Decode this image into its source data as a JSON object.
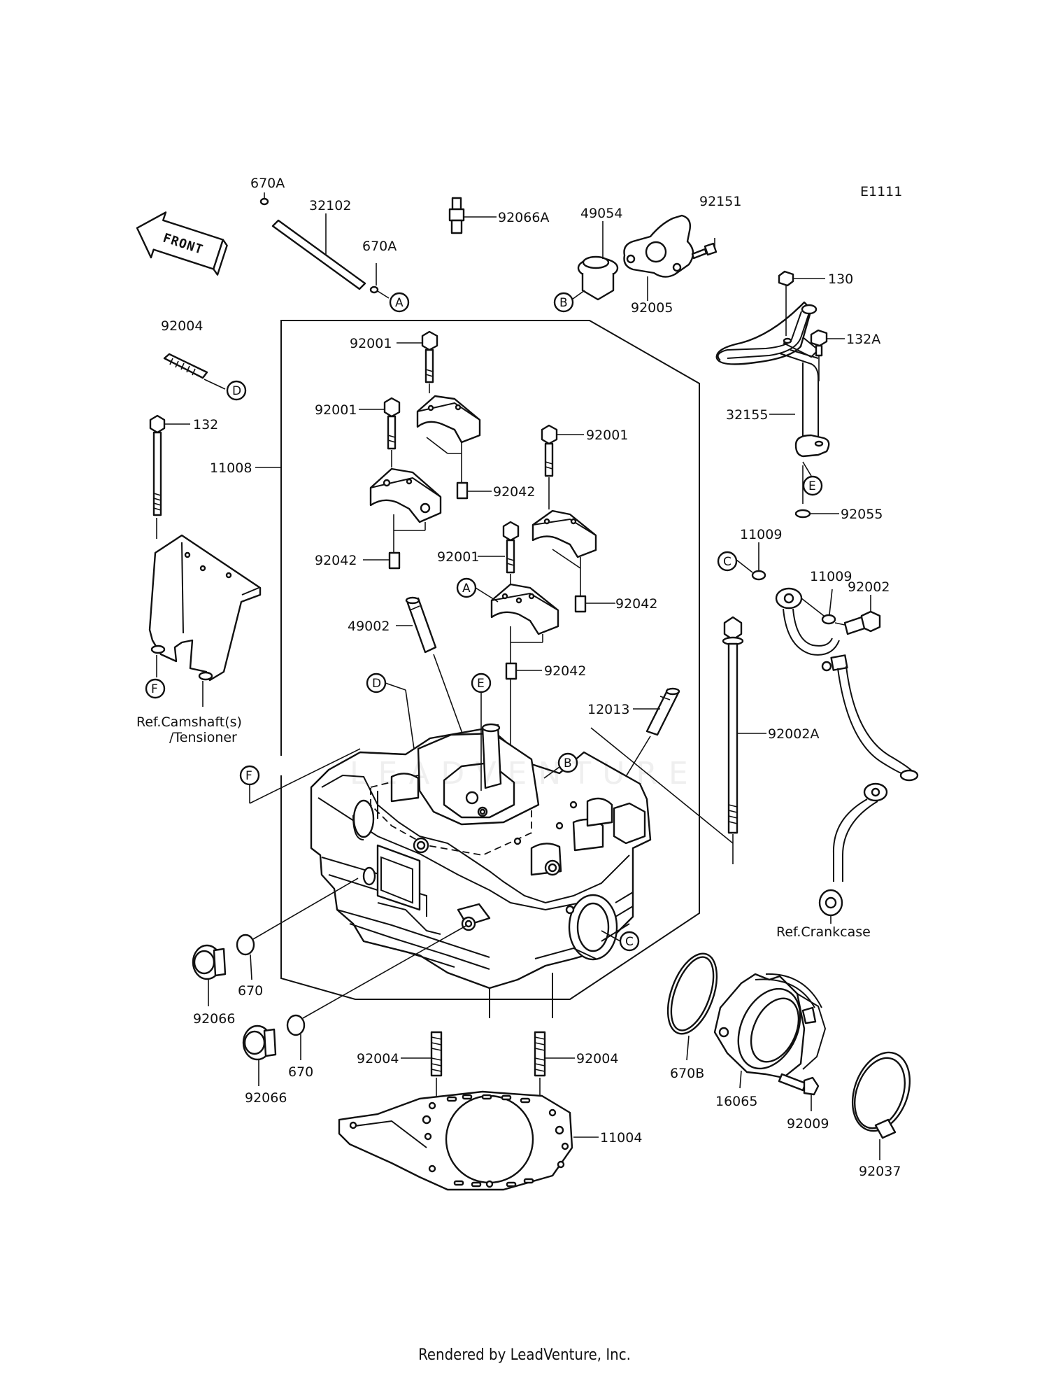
{
  "diagram_id": "E1111",
  "front_label": "FRONT",
  "footer": "Rendered by LeadVenture, Inc.",
  "watermark": "LEADVENTURE",
  "labels": {
    "p670A_1": "670A",
    "p32102": "32102",
    "p670A_2": "670A",
    "p92066A": "92066A",
    "p49054": "49054",
    "p92151": "92151",
    "p92005": "92005",
    "p130": "130",
    "p132A": "132A",
    "p92004_top": "92004",
    "p92001_a": "92001",
    "p92001_b": "92001",
    "p92001_c": "92001",
    "p92001_d": "92001",
    "p92042_a": "92042",
    "p92042_b": "92042",
    "p92042_c": "92042",
    "p92042_d": "92042",
    "p132": "132",
    "p11008": "11008",
    "p32155": "32155",
    "p92055": "92055",
    "p11009_a": "11009",
    "p11009_b": "11009",
    "p92002": "92002",
    "p49002": "49002",
    "p12013": "12013",
    "p92002A": "92002A",
    "ref_camshaft_1": "Ref.Camshaft(s)",
    "ref_camshaft_2": "/Tensioner",
    "ref_crankcase": "Ref.Crankcase",
    "p670_a": "670",
    "p670_b": "670",
    "p92066_a": "92066",
    "p92066_b": "92066",
    "p92004_a": "92004",
    "p92004_b": "92004",
    "p11004": "11004",
    "p670B": "670B",
    "p16065": "16065",
    "p92009": "92009",
    "p92037": "92037"
  },
  "callouts": {
    "A": "A",
    "B": "B",
    "C": "C",
    "D": "D",
    "E": "E",
    "F": "F"
  }
}
